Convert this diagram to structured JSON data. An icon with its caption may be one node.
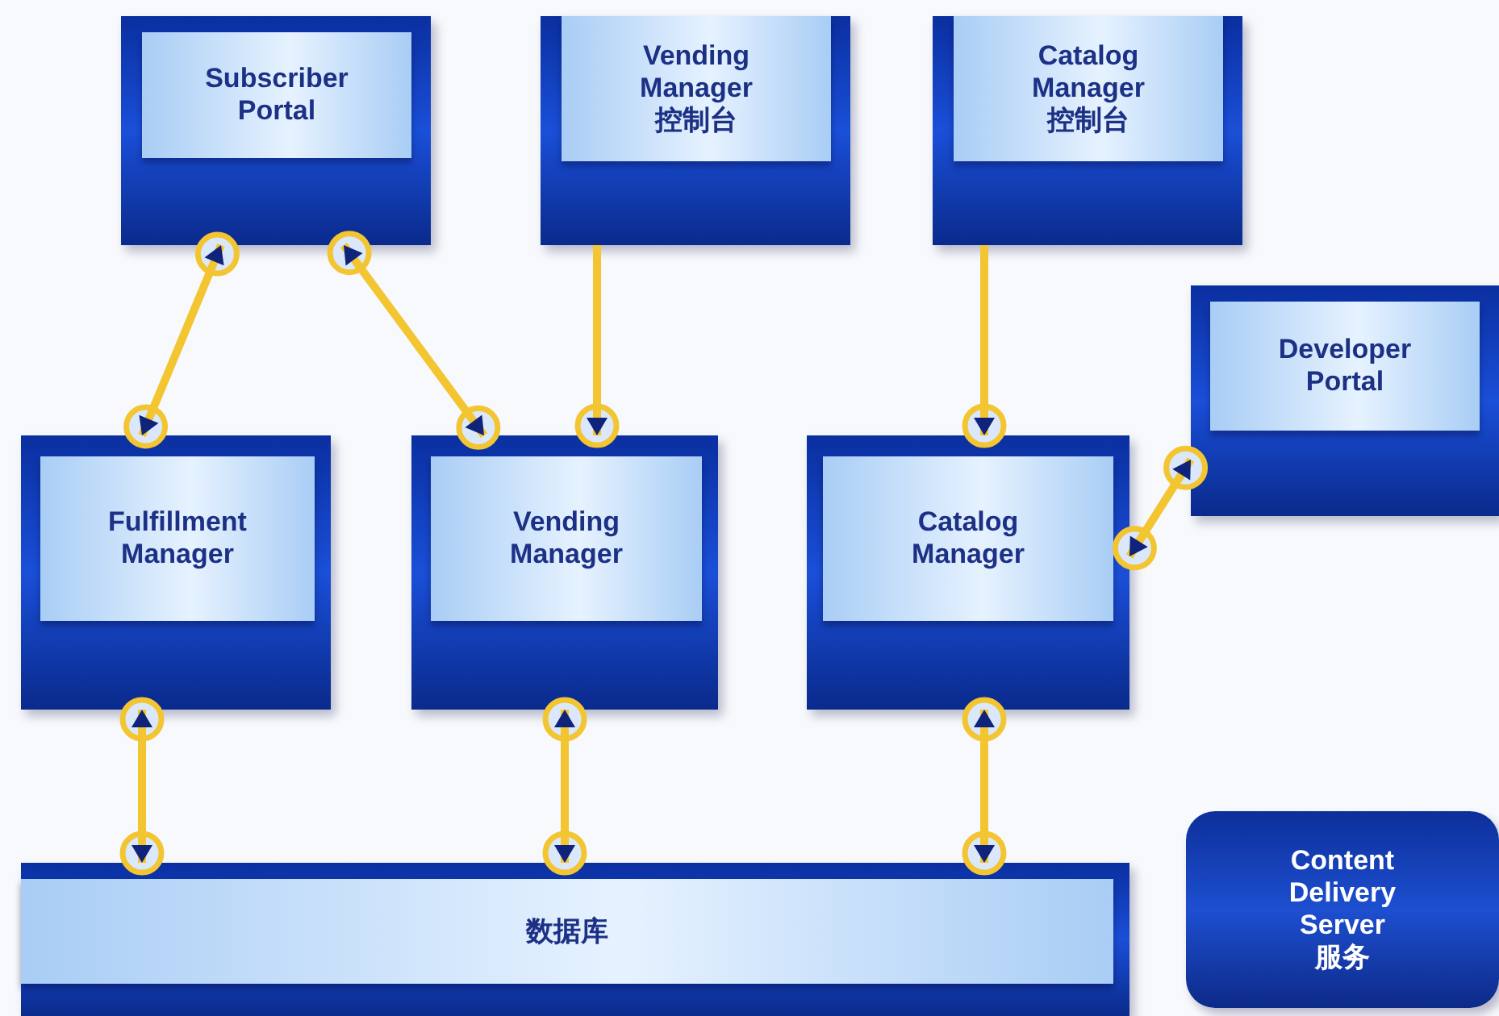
{
  "diagram": {
    "nodes": [
      {
        "text": [
          "Subscriber Portal"
        ]
      },
      {
        "text": [
          "Vending Manager 控制台"
        ]
      },
      {
        "text": [
          "Catalog Manager 控制台"
        ]
      },
      {
        "text": [
          "Developer Portal"
        ]
      },
      {
        "text": [
          "Fulfillment Manager"
        ]
      },
      {
        "text": [
          "Vending Manager"
        ]
      },
      {
        "text": [
          "Catalog Manager"
        ]
      },
      {
        "text": [
          "数据库"
        ]
      },
      {
        "text": [
          "Content Delivery Server 服务"
        ]
      }
    ],
    "edges": [
      {
        "from": 0,
        "to": 4,
        "arrow": "both"
      },
      {
        "from": 0,
        "to": 5,
        "arrow": "both"
      },
      {
        "from": 1,
        "to": 5,
        "arrow": "to"
      },
      {
        "from": 2,
        "to": 6,
        "arrow": "to"
      },
      {
        "from": 3,
        "to": 6,
        "arrow": "both"
      },
      {
        "from": 4,
        "to": 7,
        "arrow": "both"
      },
      {
        "from": 5,
        "to": 7,
        "arrow": "both"
      },
      {
        "from": 6,
        "to": 7,
        "arrow": "both"
      }
    ]
  }
}
